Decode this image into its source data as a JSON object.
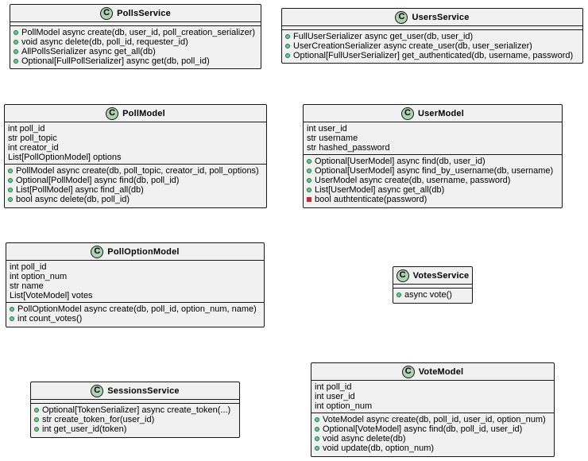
{
  "classes": {
    "polls_service": {
      "name": "PollsService",
      "fields": [],
      "methods": [
        {
          "visibility": "public",
          "text": "PollModel async create(db, user_id, poll_creation_serializer)"
        },
        {
          "visibility": "public",
          "text": "void async delete(db, poll_id, requester_id)"
        },
        {
          "visibility": "public",
          "text": "AllPollsSerializer async get_all(db)"
        },
        {
          "visibility": "public",
          "text": "Optional[FullPollSerializer] async get(db, poll_id)"
        }
      ]
    },
    "users_service": {
      "name": "UsersService",
      "fields": [],
      "methods": [
        {
          "visibility": "public",
          "text": "FullUserSerializer async get_user(db, user_id)"
        },
        {
          "visibility": "public",
          "text": "UserCreationSerializer async create_user(db, user_serializer)"
        },
        {
          "visibility": "public",
          "text": "Optional[FullUserSerializer] get_authenticated(db, username, password)"
        }
      ]
    },
    "poll_model": {
      "name": "PollModel",
      "fields": [
        "int poll_id",
        "str poll_topic",
        "int creator_id",
        "List[PollOptionModel] options"
      ],
      "methods": [
        {
          "visibility": "public",
          "text": "PollModel async create(db, poll_topic, creator_id, poll_options)"
        },
        {
          "visibility": "public",
          "text": "Optional[PollModel] async find(db, poll_id)"
        },
        {
          "visibility": "public",
          "text": "List[PollModel] async find_all(db)"
        },
        {
          "visibility": "public",
          "text": "bool async delete(db, poll_id)"
        }
      ]
    },
    "user_model": {
      "name": "UserModel",
      "fields": [
        "int user_id",
        "str username",
        "str hashed_password"
      ],
      "methods": [
        {
          "visibility": "public",
          "text": "Optional[UserModel] async find(db, user_id)"
        },
        {
          "visibility": "public",
          "text": "Optional[UserModel] async find_by_username(db, username)"
        },
        {
          "visibility": "public",
          "text": "UserModel async create(db, username, password)"
        },
        {
          "visibility": "public",
          "text": "List[UserModel] async get_all(db)"
        },
        {
          "visibility": "private",
          "text": "bool authtenticate(password)"
        }
      ]
    },
    "poll_option_model": {
      "name": "PollOptionModel",
      "fields": [
        "int poll_id",
        "int option_num",
        "str name",
        "List[VoteModel] votes"
      ],
      "methods": [
        {
          "visibility": "public",
          "text": "PollOptionModel async create(db, poll_id, option_num, name)"
        },
        {
          "visibility": "public",
          "text": "int count_votes()"
        }
      ]
    },
    "votes_service": {
      "name": "VotesService",
      "fields": [],
      "methods": [
        {
          "visibility": "public",
          "text": "async vote()"
        }
      ]
    },
    "sessions_service": {
      "name": "SessionsService",
      "fields": [],
      "methods": [
        {
          "visibility": "public",
          "text": "Optional[TokenSerializer] async create_token(...)"
        },
        {
          "visibility": "public",
          "text": "str create_token_for(user_id)"
        },
        {
          "visibility": "public",
          "text": "int get_user_id(token)"
        }
      ]
    },
    "vote_model": {
      "name": "VoteModel",
      "fields": [
        "int poll_id",
        "int user_id",
        "int option_num"
      ],
      "methods": [
        {
          "visibility": "public",
          "text": "VoteModel async create(db, poll_id, user_id, option_num)"
        },
        {
          "visibility": "public",
          "text": "Optional[VoteModel] async find(db, poll_id, user_id)"
        },
        {
          "visibility": "public",
          "text": "void async delete(db)"
        },
        {
          "visibility": "public",
          "text": "void update(db, option_num)"
        }
      ]
    }
  },
  "stereotype_icon": {
    "glyph": "C",
    "icon": "class-icon",
    "color": "#add1b2"
  }
}
